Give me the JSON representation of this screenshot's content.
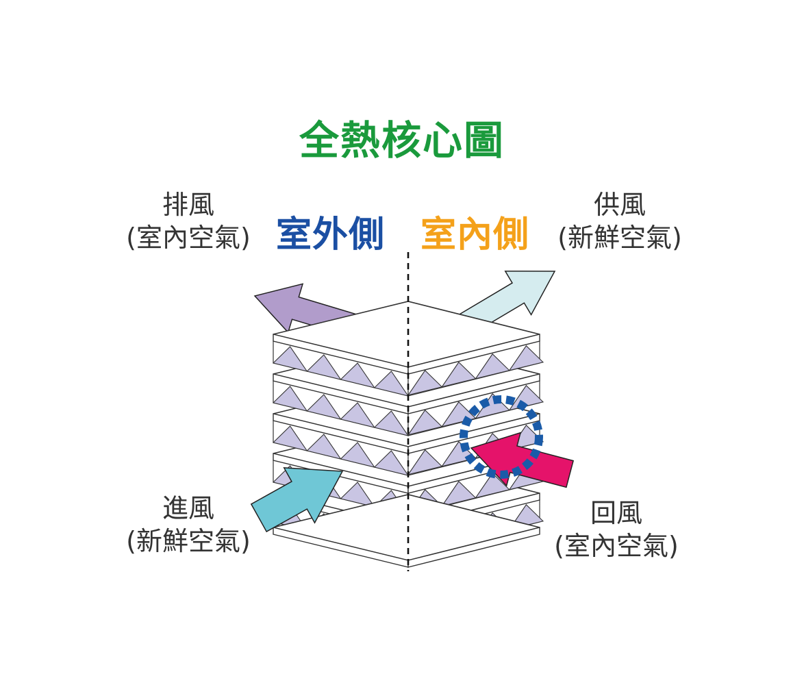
{
  "title": "全熱核心圖",
  "colors": {
    "title": "#1a9a3c",
    "outdoor_side": "#1b4fa3",
    "indoor_side": "#f4a11a",
    "exhaust_arrow": "#b19ccb",
    "supply_arrow": "#d5ecef",
    "intake_arrow": "#6fc7d6",
    "return_arrow": "#e5136a",
    "highlight_circle": "#1a5ba8",
    "fin": "#c9c5e3",
    "plate_stroke": "#333333"
  },
  "sides": {
    "outdoor": "室外側",
    "indoor": "室內側"
  },
  "labels": {
    "exhaust": {
      "main": "排風",
      "sub": "(室內空氣)",
      "arrow_icon": "exhaust-arrow-icon"
    },
    "supply": {
      "main": "供風",
      "sub": "(新鮮空氣)",
      "arrow_icon": "supply-arrow-icon"
    },
    "intake": {
      "main": "進風",
      "sub": "(新鮮空氣)",
      "arrow_icon": "intake-arrow-icon"
    },
    "return": {
      "main": "回風",
      "sub": "(室內空氣)",
      "arrow_icon": "return-arrow-icon"
    }
  }
}
